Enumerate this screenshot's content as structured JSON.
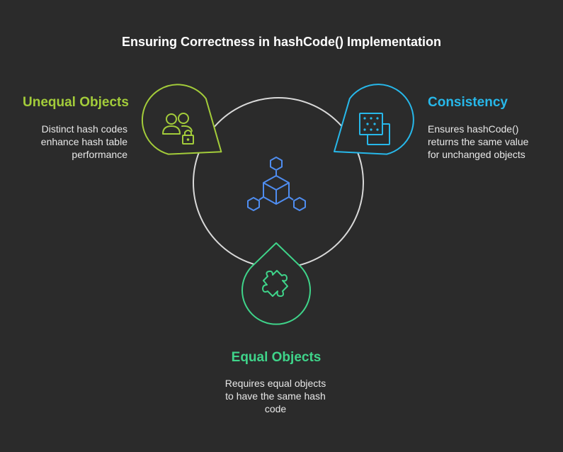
{
  "title": "Ensuring Correctness in hashCode() Implementation",
  "colors": {
    "background": "#2b2b2b",
    "circle": "#d9d9d9",
    "unequal": "#a3cc3a",
    "consistency": "#27b8ea",
    "equal": "#3fd48a",
    "center_icon": "#4f8df0"
  },
  "center": {
    "icon": "network-cube-icon"
  },
  "unequal": {
    "heading": "Unequal Objects",
    "lines": [
      "Distinct hash codes",
      "enhance hash table",
      "performance"
    ],
    "icon": "users-lock-icon"
  },
  "consistency": {
    "heading": "Consistency",
    "lines": [
      "Ensures hashCode()",
      "returns the same value",
      "for unchanged objects"
    ],
    "icon": "copy-dots-icon"
  },
  "equal": {
    "heading": "Equal Objects",
    "lines": [
      "Requires equal objects",
      "to have the same hash",
      "code"
    ],
    "icon": "puzzle-piece-icon"
  }
}
